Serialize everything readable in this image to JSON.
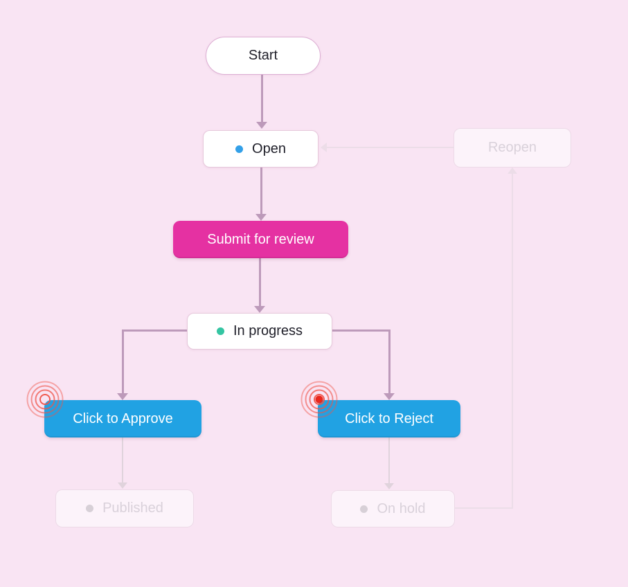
{
  "diagram": {
    "title_hint": "workflow-status-flowchart",
    "nodes": {
      "start": {
        "label": "Start"
      },
      "open": {
        "label": "Open",
        "dot_color": "#33a0e8"
      },
      "submit_for_review": {
        "label": "Submit for review",
        "color": "#e531a2"
      },
      "in_progress": {
        "label": "In progress",
        "dot_color": "#34c5a2"
      },
      "click_to_approve": {
        "label": "Click to Approve",
        "color": "#21a2e3"
      },
      "click_to_reject": {
        "label": "Click to Reject",
        "color": "#21a2e3"
      },
      "published": {
        "label": "Published",
        "dot_color": "#d7d0d7"
      },
      "on_hold": {
        "label": "On hold",
        "dot_color": "#d7d0d7"
      },
      "reopen": {
        "label": "Reopen"
      }
    },
    "colors": {
      "background": "#f9e4f3",
      "arrow_active": "#bd9aba",
      "arrow_faded": "#e0d3dc",
      "arrow_loop": "#ecdde8",
      "ripple_ring": "#ef5448",
      "ripple_core": "#e9261d"
    }
  }
}
